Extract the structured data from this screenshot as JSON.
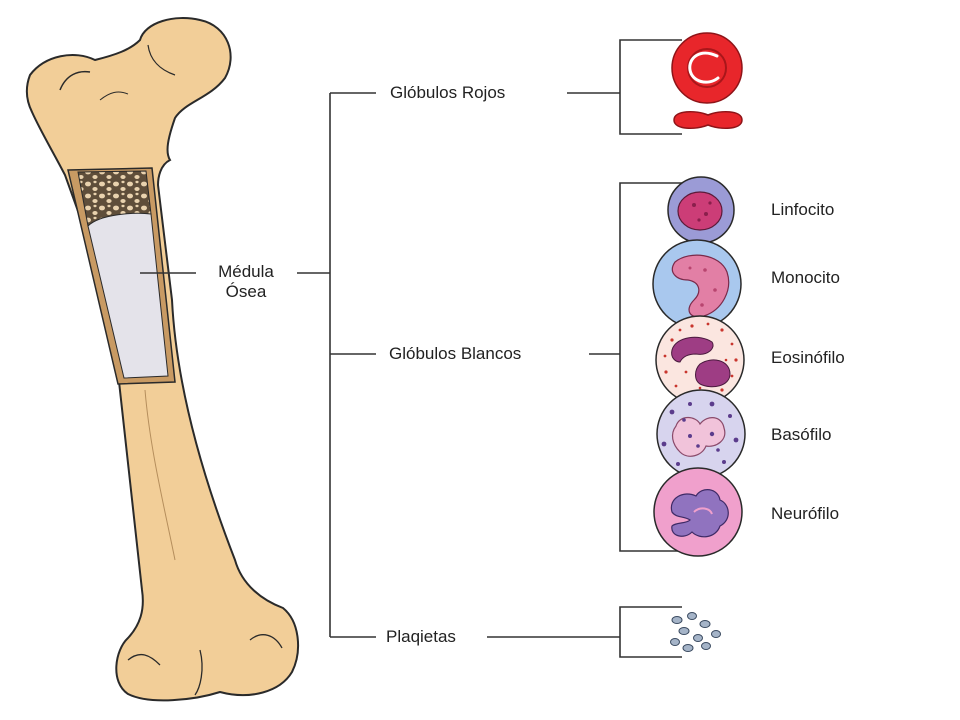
{
  "colors": {
    "bone": "#F2CE98",
    "bone_outline": "#2a2a2a",
    "marrow_cavity": "#E4E3EA",
    "spongy_bone": "#6b5a45",
    "cortical_line": "#C89A63",
    "red_cell": "#E8262B",
    "lymphocyte_cyto": "#9B9BD6",
    "lymphocyte_nucleus": "#CC3D77",
    "monocyte_cyto": "#A9C8EE",
    "monocyte_nucleus": "#E27FA5",
    "eosinophil_cyto": "#FBE6E0",
    "eosinophil_nucleus": "#9E3D84",
    "basophil_cyto": "#D7D4EE",
    "basophil_nucleus": "#F1C3DA",
    "neutrophil_cyto": "#F0A0CC",
    "neutrophil_nucleus": "#9073BF",
    "platelet": "#A5B4C8",
    "line": "#333333"
  },
  "labels": {
    "marrow_line1": "Médula",
    "marrow_line2": "Ósea",
    "red_cells": "Glóbulos Rojos",
    "white_cells": "Glóbulos Blancos",
    "platelets": "Plaqietas"
  },
  "white_cells": [
    {
      "name": "Linfocito",
      "icon": "lymphocyte-icon"
    },
    {
      "name": "Monocito",
      "icon": "monocyte-icon"
    },
    {
      "name": "Eosinófilo",
      "icon": "eosinophil-icon"
    },
    {
      "name": "Basófilo",
      "icon": "basophil-icon"
    },
    {
      "name": "Neurófilo",
      "icon": "neutrophil-icon"
    }
  ]
}
